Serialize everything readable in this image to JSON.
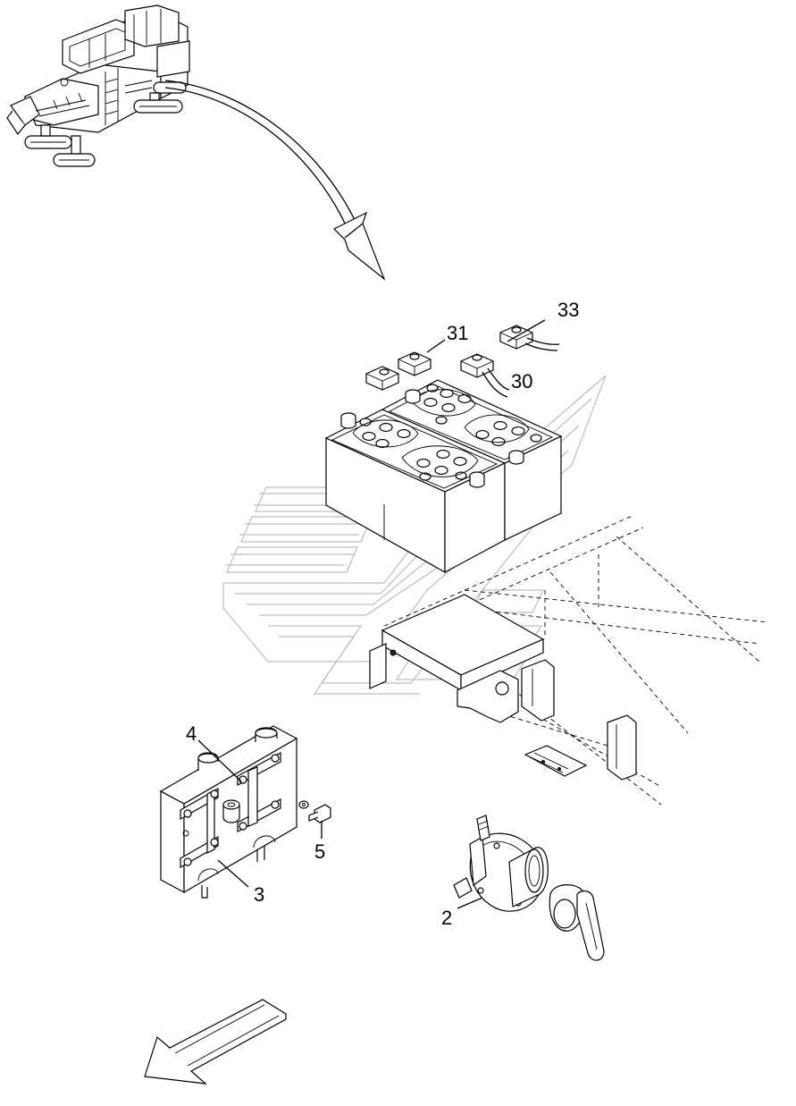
{
  "callouts": {
    "c33": "33",
    "c31": "31",
    "c30": "30",
    "c4": "4",
    "c5": "5",
    "c3": "3",
    "c2": "2"
  },
  "icons": {
    "machine": "road-milling-machine-icon",
    "arrow": "curved-pointer-arrow",
    "direction": "direction-arrow"
  }
}
